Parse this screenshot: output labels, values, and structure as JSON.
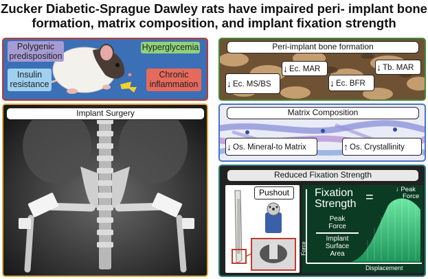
{
  "title": {
    "line1": "Zucker Diabetic-Sprague Dawley rats have impaired peri- implant bone",
    "line2": "formation, matrix composition, and implant fixation strength"
  },
  "rat_panel": {
    "labels": {
      "polygenic_line1": "Polygenic",
      "polygenic_line2": "predisposition",
      "hyperglycemia": "Hyperglycemia",
      "insulin_line1": "Insulin",
      "insulin_line2": "resistance",
      "chronic_line1": "Chronic",
      "chronic_line2": "inflammation"
    }
  },
  "surgery_panel": {
    "header": "Implant Surgery"
  },
  "bone_formation_panel": {
    "header": "Peri-implant bone formation",
    "measures": [
      {
        "label": "Ec. MS/BS",
        "direction": "down"
      },
      {
        "label": "Ec. MAR",
        "direction": "down"
      },
      {
        "label": "Ec. BFR",
        "direction": "down"
      },
      {
        "label": "Tb. MAR",
        "direction": "down"
      }
    ]
  },
  "matrix_panel": {
    "header": "Matrix Composition",
    "measures": [
      {
        "label": "Os. Mineral-to Matrix",
        "direction": "down"
      },
      {
        "label": "Os. Crystallinity",
        "direction": "up"
      }
    ]
  },
  "fixation_panel": {
    "header": "Reduced Fixation Strength",
    "pushout_label": "Pushout",
    "formula": {
      "title_line1": "Fixation",
      "title_line2": "Strength",
      "equals": "=",
      "numerator_line1": "Peak",
      "numerator_line2": "Force",
      "denominator_line1": "Implant",
      "denominator_line2": "Surface",
      "denominator_line3": "Area"
    },
    "axis_x": "Displacement",
    "axis_y": "Force",
    "peak_label_line1": "Peak",
    "peak_label_line2": "Force"
  },
  "colors": {
    "rat_panel_bg": "#3b6fb6",
    "rat_panel_border": "#c0392b",
    "surgery_border": "#e0a93a",
    "bone_border": "#3f8a3a",
    "matrix_border": "#4d72c4",
    "fixation_border": "#2a7f7f",
    "fixation_bg": "#222222",
    "curve_green": "#3ed185",
    "label_purple": "#a79bd3",
    "label_green": "#8fd27a",
    "label_blue": "#9fd0ef",
    "label_red": "#e66a5c"
  }
}
